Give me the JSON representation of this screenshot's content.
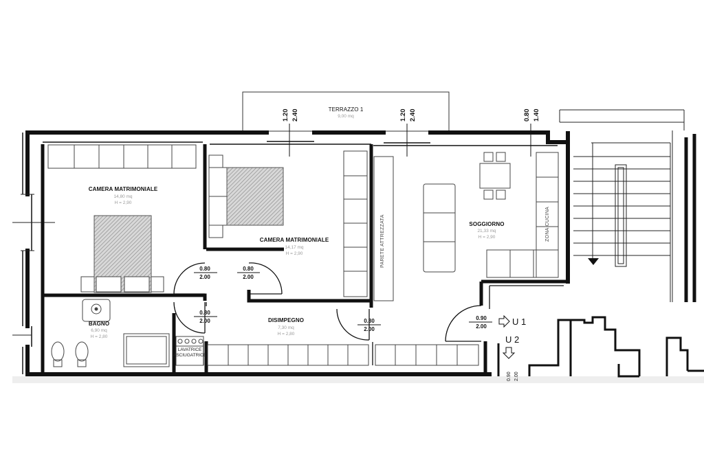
{
  "rooms": {
    "camera1": {
      "name": "CAMERA MATRIMONIALE",
      "area": "14,80 mq",
      "height": "H = 2,90"
    },
    "camera2": {
      "name": "CAMERA MATRIMONIALE",
      "area": "14,17 mq",
      "height": "H = 2,90"
    },
    "soggiorno": {
      "name": "SOGGIORNO",
      "area": "21,33 mq",
      "height": "H = 2,90"
    },
    "bagno": {
      "name": "BAGNO",
      "area": "6,90 mq",
      "height": "H = 2,80"
    },
    "disimpegno": {
      "name": "DISIMPEGNO",
      "area": "7,30 mq",
      "height": "H = 2,80"
    },
    "terrazzo": {
      "name": "TERRAZZO 1",
      "area": "9,00 mq"
    }
  },
  "doors": [
    {
      "w": "0.80",
      "h": "2.00"
    },
    {
      "w": "0.80",
      "h": "2.00"
    },
    {
      "w": "0.80",
      "h": "2.00"
    },
    {
      "w": "0.80",
      "h": "2.00"
    },
    {
      "w": "0.90",
      "h": "2.00"
    }
  ],
  "windows": [
    {
      "top": "1.20",
      "bottom": "2.40"
    },
    {
      "top": "1.20",
      "bottom": "2.40"
    },
    {
      "top": "0.80",
      "bottom": "1.40"
    }
  ],
  "bottom_opening": {
    "w": "0.90",
    "h": "2.00"
  },
  "units": {
    "u1": "U 1",
    "u2": "U 2"
  },
  "labels": {
    "parete": "PARETE ATTREZZATA",
    "zona": "ZONA CUCINA",
    "lavatrice": "LAVATRICE",
    "asciugatrice": "ASCIUGATRICE"
  }
}
